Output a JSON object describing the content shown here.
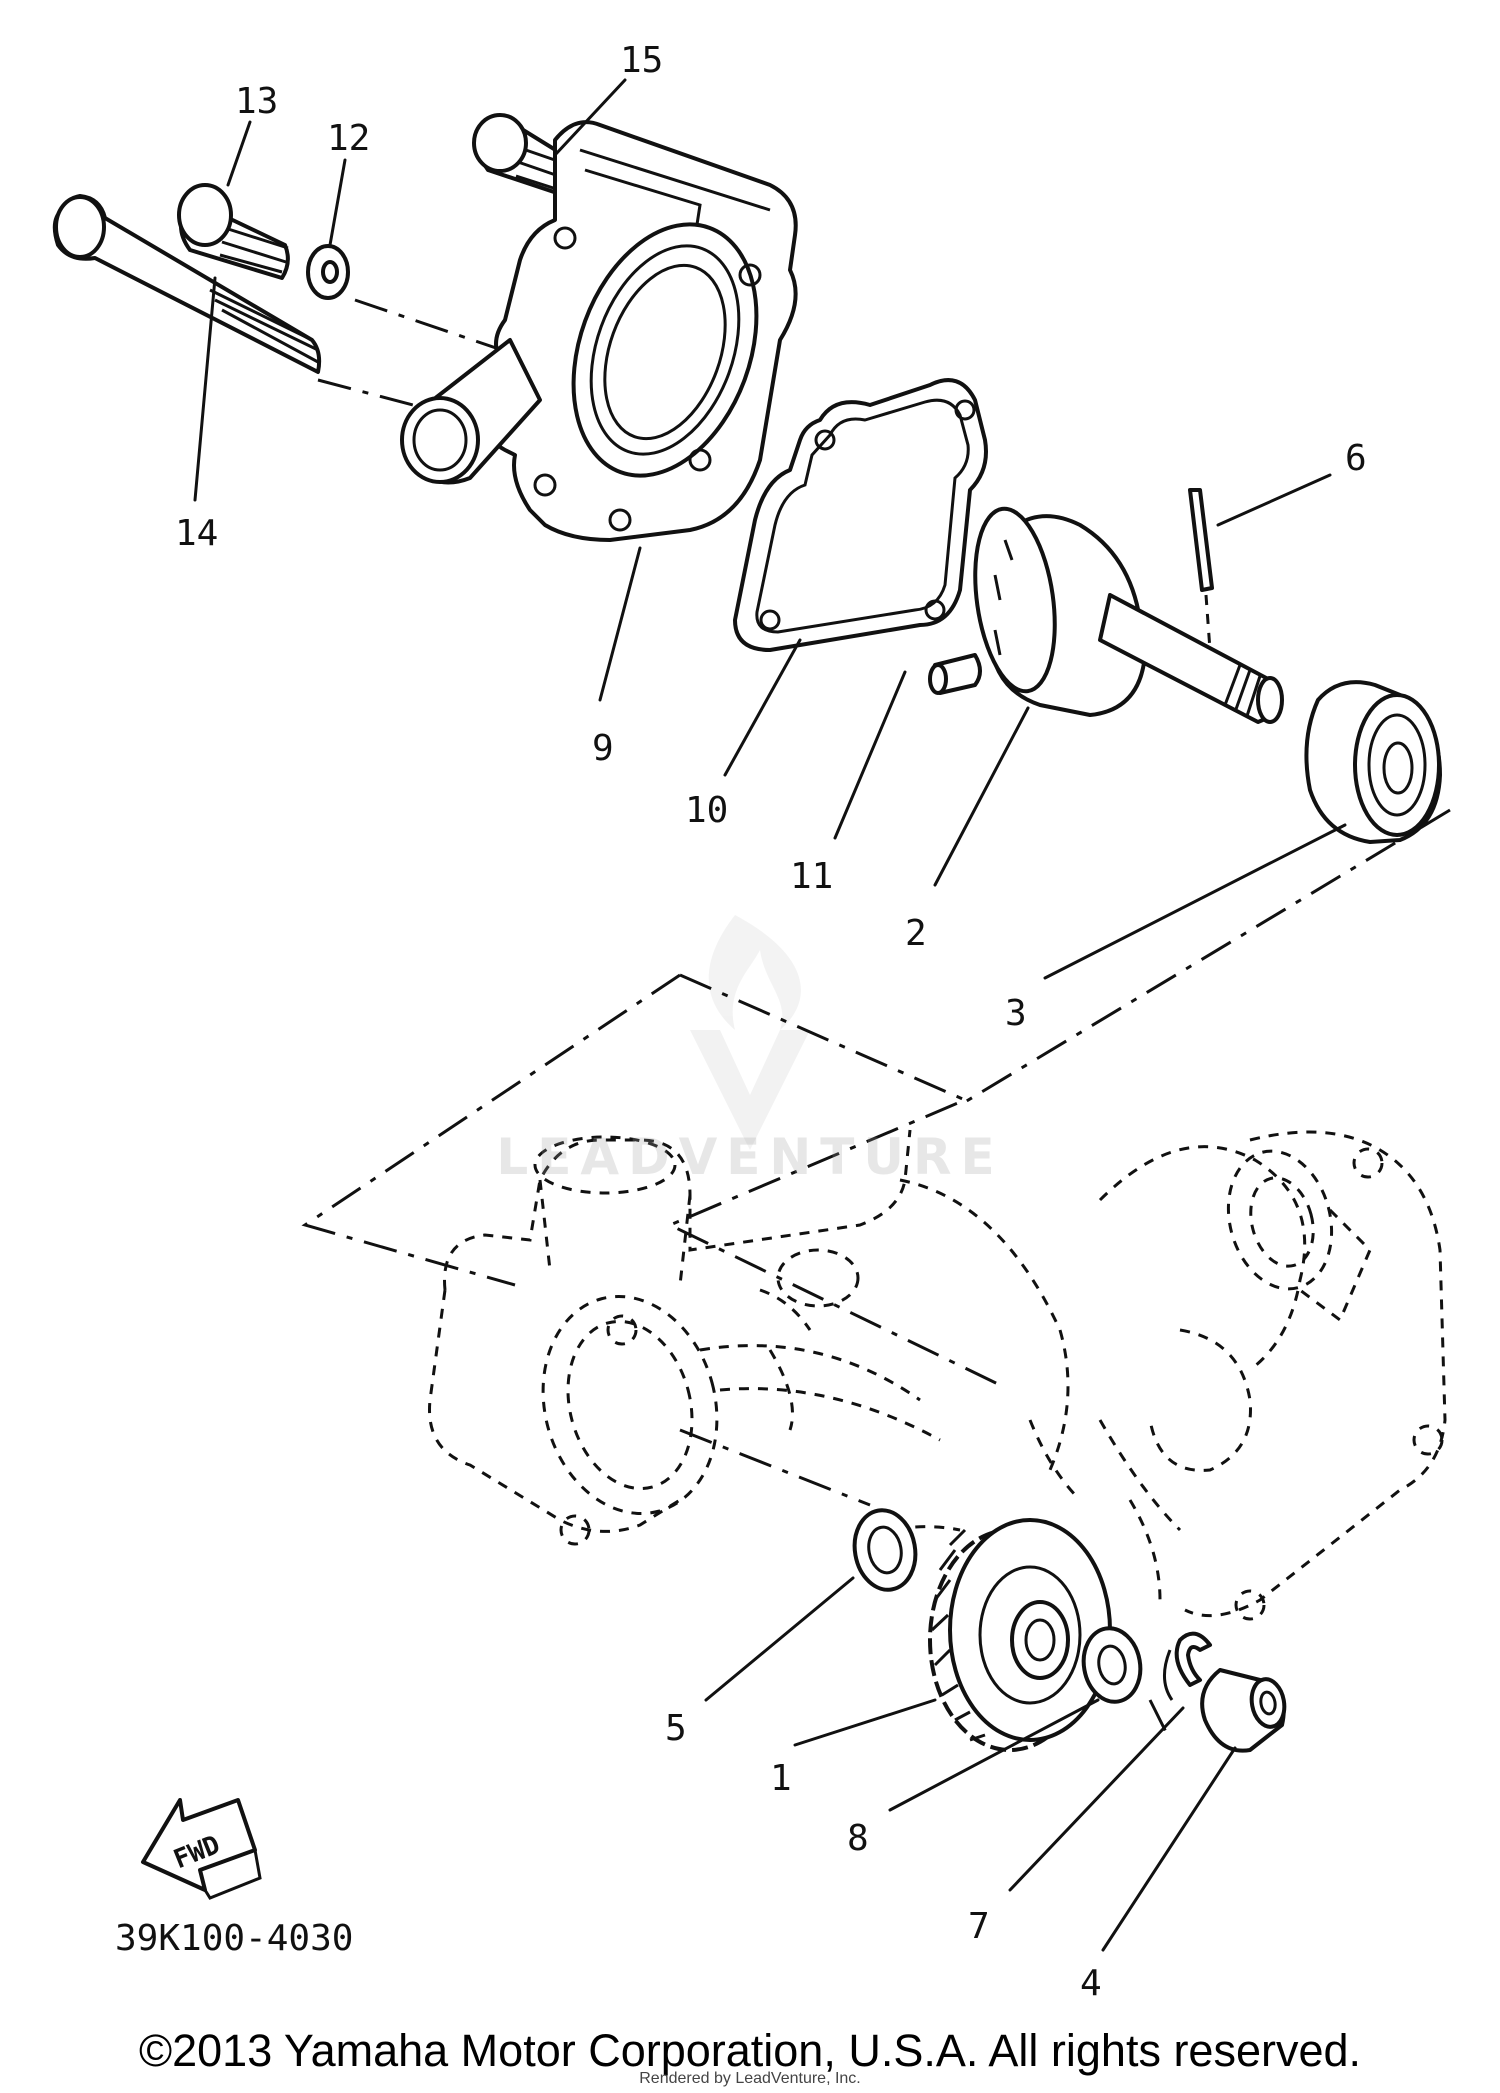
{
  "diagram": {
    "labels": {
      "1": "1",
      "2": "2",
      "3": "3",
      "4": "4",
      "5": "5",
      "6": "6",
      "7": "7",
      "8": "8",
      "9": "9",
      "10": "10",
      "11": "11",
      "12": "12",
      "13": "13",
      "14": "14",
      "15": "15"
    },
    "part_code": "39K100-4030",
    "fwd_label": "FWD"
  },
  "watermark": {
    "text": "LEADVENTURE"
  },
  "footer": {
    "copyright": "©2013 Yamaha Motor Corporation, U.S.A. All rights reserved.",
    "render_note": "Rendered by LeadVenture, Inc."
  },
  "colors": {
    "ink": "#111111",
    "background": "#ffffff",
    "watermark": "#a0a0a0"
  }
}
